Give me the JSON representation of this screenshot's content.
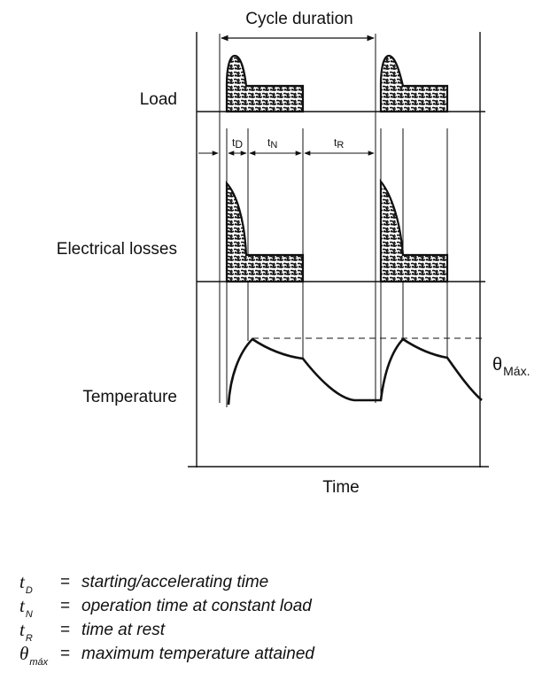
{
  "labels": {
    "cycle": "Cycle duration",
    "load": "Load",
    "losses": "Electrical losses",
    "temperature": "Temperature",
    "time": "Time",
    "theta_symbol": "θ",
    "theta_sub": "Máx."
  },
  "intervals": {
    "tD": {
      "letter": "t",
      "sub": "D"
    },
    "tN": {
      "letter": "t",
      "sub": "N"
    },
    "tR": {
      "letter": "t",
      "sub": "R"
    }
  },
  "legend": [
    {
      "symbol": "t",
      "sub": "D",
      "eq": "=",
      "text": "starting/accelerating time"
    },
    {
      "symbol": "t",
      "sub": "N",
      "eq": "=",
      "text": "operation time at constant load"
    },
    {
      "symbol": "t",
      "sub": "R",
      "eq": "=",
      "text": "time at rest"
    },
    {
      "symbol": "θ",
      "sub": "máx",
      "eq": "=",
      "text": "maximum temperature attained"
    }
  ]
}
